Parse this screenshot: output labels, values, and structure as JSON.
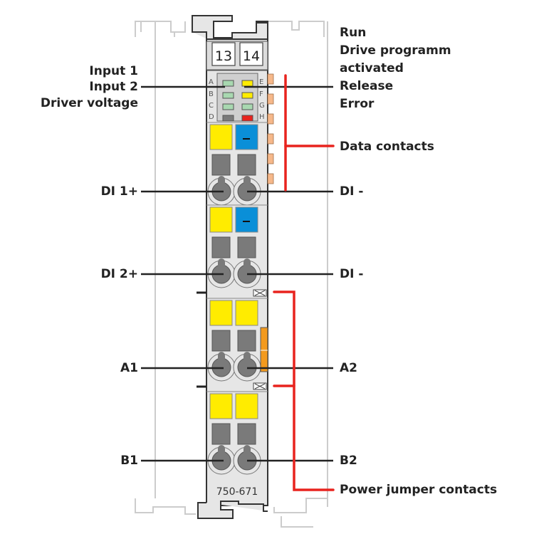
{
  "module": {
    "part_number": "750-671",
    "marker_left": "13",
    "marker_right": "14"
  },
  "led_panel": {
    "left_letters": [
      "A",
      "B",
      "C",
      "D"
    ],
    "right_letters": [
      "E",
      "F",
      "G",
      "H"
    ],
    "left_leds": [
      {
        "letter": "A",
        "color": "#a8d8b0"
      },
      {
        "letter": "B",
        "color": "#a8d8b0"
      },
      {
        "letter": "C",
        "color": "#a8d8b0"
      },
      {
        "letter": "D",
        "color": "#7a7a7a"
      }
    ],
    "right_leds": [
      {
        "letter": "E",
        "color": "#ffec00"
      },
      {
        "letter": "F",
        "color": "#ffec00"
      },
      {
        "letter": "G",
        "color": "#a8d8b0"
      },
      {
        "letter": "H",
        "color": "#e8231e"
      }
    ]
  },
  "labels_left": {
    "input1": "Input 1",
    "input2": "Input 2",
    "driver_voltage": "Driver voltage",
    "di1_plus": "DI 1+",
    "di2_plus": "DI 2+",
    "a1": "A1",
    "b1": "B1"
  },
  "labels_right": {
    "run": "Run",
    "drive_programm": "Drive programm",
    "activated": "activated",
    "release": "Release",
    "error": "Error",
    "data_contacts": "Data contacts",
    "di_minus_1": "DI -",
    "di_minus_2": "DI -",
    "a2": "A2",
    "b2": "B2",
    "power_jumper_contacts": "Power jumper contacts"
  },
  "colors": {
    "housing": "#e6e6e6",
    "outline": "#333333",
    "yellow_release": "#ffec00",
    "blue_release": "#0a8fd8",
    "terminal_gray": "#7a7a7a",
    "data_contact": "#f6b88a",
    "jumper_orange": "#f39a1e",
    "callout_red": "#e8231e",
    "leader_black": "#222222",
    "ghost_outline": "#cccccc"
  }
}
